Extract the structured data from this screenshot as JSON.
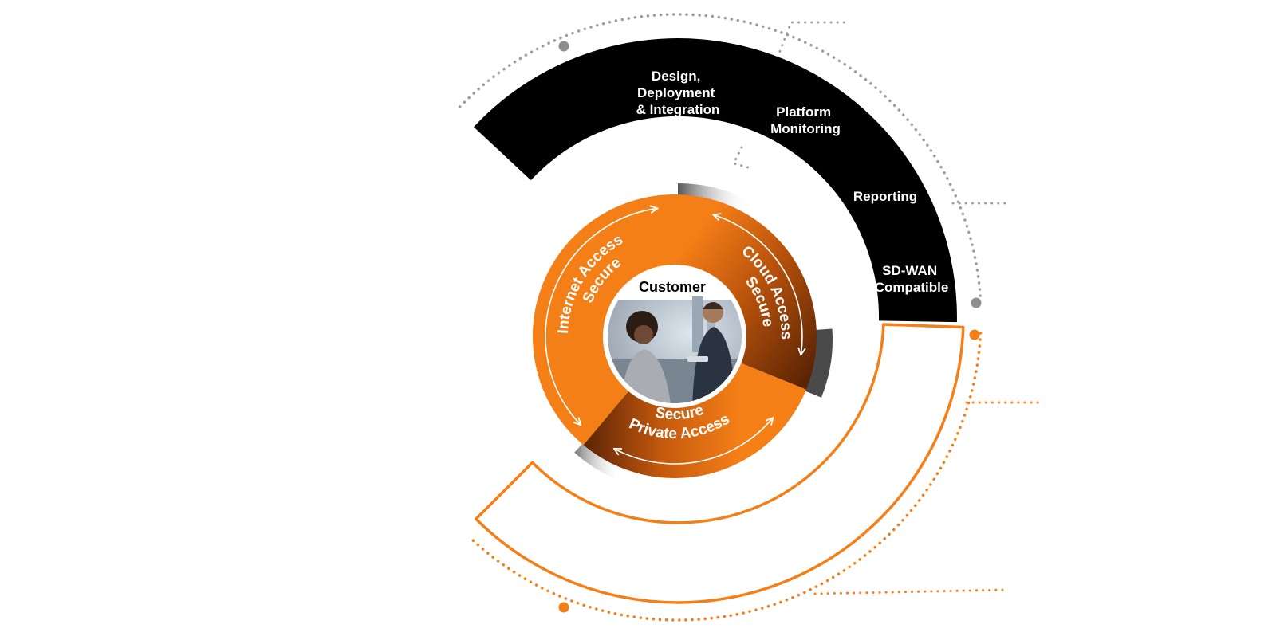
{
  "center": {
    "label": "Customer"
  },
  "inner_ring": [
    {
      "id": "internet",
      "line1": "Secure",
      "line2": "Internet Access"
    },
    {
      "id": "cloud",
      "line1": "Secure",
      "line2": "Cloud Access"
    },
    {
      "id": "private",
      "line1": "Secure",
      "line2": "Private Access"
    }
  ],
  "outer_ring": [
    {
      "id": "design",
      "lines": [
        "Design,",
        "Deployment",
        "& Integration"
      ]
    },
    {
      "id": "monitoring",
      "lines": [
        "Platform",
        "Monitoring"
      ]
    },
    {
      "id": "reporting",
      "lines": [
        "Reporting"
      ]
    },
    {
      "id": "sdwan",
      "lines": [
        "SD-WAN",
        "Compatible"
      ]
    }
  ],
  "colors": {
    "orange": "#f57f17",
    "orange_dark": "#6b2a04",
    "black": "#000000",
    "gray_dots": "#9e9e9e",
    "white": "#ffffff"
  }
}
